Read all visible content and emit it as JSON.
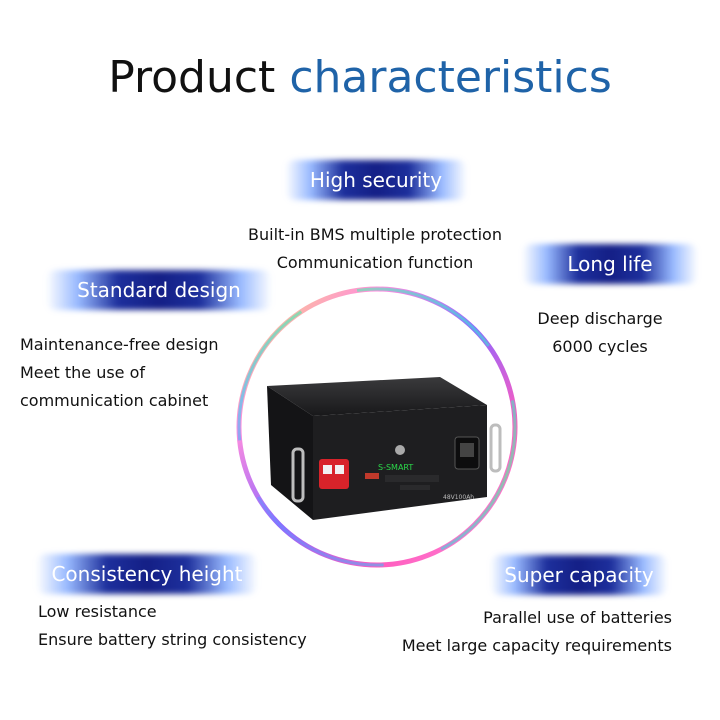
{
  "title": {
    "part1": "Product",
    "part2": "characteristics"
  },
  "features": {
    "high_security": {
      "heading": "High security",
      "lines": [
        "Built-in BMS multiple protection",
        "Communication function"
      ]
    },
    "long_life": {
      "heading": "Long life",
      "lines": [
        "Deep discharge",
        "6000  cycles"
      ]
    },
    "standard_design": {
      "heading": "Standard design",
      "lines": [
        "Maintenance-free design",
        "Meet the use of",
        "communication cabinet"
      ]
    },
    "consistency_height": {
      "heading": "Consistency height",
      "lines": [
        "Low resistance",
        "Ensure battery string consistency"
      ]
    },
    "super_capacity": {
      "heading": "Super capacity",
      "lines": [
        "Parallel use of batteries",
        "Meet large capacity requirements"
      ]
    }
  },
  "product_image": {
    "logo_text": "S-SMART",
    "model_text": "48V100Ah"
  }
}
